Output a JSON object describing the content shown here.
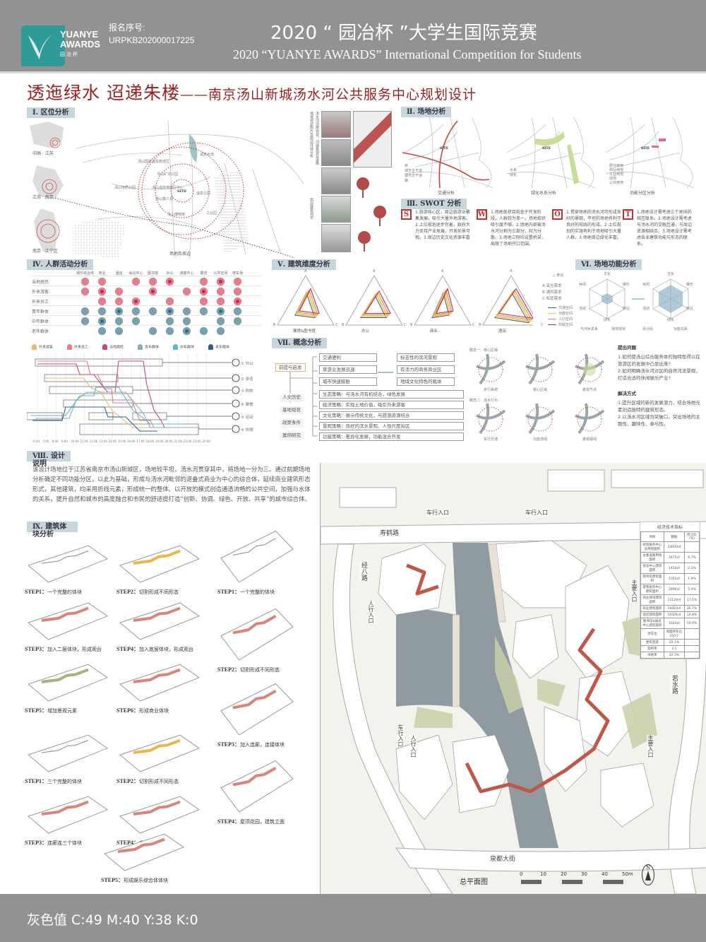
{
  "header": {
    "logo_line1": "YUANYE",
    "logo_line2": "AWARDS",
    "logo_cn": "园 冶 杯",
    "reg_label": "报名序号:",
    "reg_no": "URPKB202000017225",
    "title_cn": "2020 “ 园冶杯 ”大学生国际竞赛",
    "title_en": "2020 “YUANYE AWARDS” International Competition for  Students"
  },
  "main_title": {
    "main": "透迤绿水 迢递朱楼",
    "sub": "——南京汤山新城汤水河公共服务中心规划设计"
  },
  "colors": {
    "header_gray": "#929292",
    "title_red": "#9a1f1f",
    "section_bg": "#c7d6db",
    "teal": "#2f9a97",
    "route_red": "#c0584a",
    "green": "#c9cfa8",
    "river": "#8f9ba0"
  },
  "sections": {
    "s1": "Ⅰ. 区位分析",
    "s2": "Ⅱ. 场地分析",
    "s3": "Ⅲ. SWOT 分析",
    "s4": "Ⅳ. 人群活动分析",
    "s5": "Ⅴ. 建筑维度分析",
    "s6": "Ⅵ. 场地功能分析",
    "s7": "Ⅶ. 概念分析",
    "s8": "Ⅷ. 设计说明",
    "s9": "Ⅸ. 建筑体块分析"
  },
  "location": {
    "maps": [
      "中国 · 江苏",
      "江苏 · 南京",
      "南京 · 江宁区"
    ],
    "caption": "场地及周边",
    "site": "SITE",
    "pois": [
      "汤山国家温泉旅游区",
      "汤山矿坑公园",
      "汤山温泉度假区中心",
      "汤山猿人洞",
      "汤山地质公园",
      "汤山博物馆",
      "温泉水库",
      "工业园",
      "温泉公园"
    ]
  },
  "photo_column": {
    "vertical_texts": [
      "场地现状照片及周边环境分析",
      "汤水河沿岸现状，河道景观及道路",
      "周边建筑现状"
    ]
  },
  "site_analysis": {
    "captions": [
      "交通分析",
      "绿化水系分析",
      "功能分区分析"
    ],
    "legend_traffic": [
      "桥",
      "城市主干道",
      "城市次干道",
      "路"
    ],
    "legend_green": [
      "水系",
      "绿化"
    ],
    "legend_func": [
      "居住用地",
      "商业用地",
      "工业用地",
      "绿地",
      "公共用地"
    ]
  },
  "swot": [
    {
      "letter": "S",
      "text": "1.旅游核心区，周边旅游业聚集发展，吸引大量外地游客。2.上位规划逐步完善，政府大力支持产业发展，开发前景可观。3.周边历史文化资源丰富"
    },
    {
      "letter": "W",
      "text": "1.场地现状目前处于开发阶段，人群较为单一，场地现状吸引度不够。2.场地内部被汤水河分割为三部分，较为分散。3.场地三侧均设置桥梁，局限了场地开口范围。"
    },
    {
      "letter": "O",
      "text": "1.贯穿场地的汤水河可形成良好的景观，平坦的场地有利于良好的视线的形成。2.上位规划的实施有利于场地吸引大量人群。3.场地周边绿化丰富。"
    },
    {
      "letter": "T",
      "text": "1.场地设计需考虑三个地块的相互联系。2.场地设计需考虑与汤水河的交融互通，与周边资源相结合。3.场地设计需考虑各业建筑功能与形态的联系。"
    }
  ],
  "crowd_matrix": {
    "columns": [
      "城乐综合体",
      "商业",
      "酒店",
      "会议中心",
      "图书馆",
      "办公",
      "游客中心",
      "展览",
      "公共空间",
      "停车场"
    ],
    "rows": [
      {
        "label": "当地居民",
        "group": "red",
        "cols": [
          1,
          2,
          4,
          5,
          6,
          8,
          9,
          10
        ]
      },
      {
        "label": "外来游客",
        "group": "red",
        "cols": [
          1,
          2,
          3,
          5,
          7,
          8,
          9,
          10
        ]
      },
      {
        "label": "外来员工",
        "group": "red",
        "cols": [
          2,
          3,
          4,
          6,
          8,
          9,
          10
        ]
      },
      {
        "label": "青年群体",
        "group": "blue",
        "cols": [
          1,
          2,
          3,
          4,
          5,
          6,
          7,
          8,
          9,
          10
        ]
      },
      {
        "label": "中年群体",
        "group": "blue",
        "cols": [
          1,
          2,
          3,
          4,
          6,
          7,
          9,
          10
        ]
      },
      {
        "label": "老年群体",
        "group": "blue",
        "cols": [
          2,
          3,
          5,
          6,
          7,
          8,
          9
        ]
      }
    ],
    "legend": [
      {
        "label": "外来游客",
        "color": "#f3b36a"
      },
      {
        "label": "外来员工",
        "color": "#ee7c7c"
      },
      {
        "label": "当地居民",
        "color": "#c9496a"
      },
      {
        "label": "青年群体",
        "color": "#8faab3"
      },
      {
        "label": "中年群体",
        "color": "#5db5d3"
      },
      {
        "label": "老年群体",
        "color": "#2f5d8a"
      }
    ]
  },
  "timeline": {
    "times": [
      "6:00",
      "7:00",
      "8:00",
      "9:00",
      "10:00",
      "11:00",
      "12:00",
      "13:00",
      "14:00",
      "15:00",
      "16:00",
      "17:00",
      "18:00",
      "19:00",
      "20:00",
      "21:00",
      "22:00",
      "23:00",
      "24:00"
    ],
    "activities": [
      "① 办公",
      "② 游览",
      "③ 购物",
      "④ 聚餐",
      "⑤ 运动",
      "⑥ 休憩"
    ]
  },
  "dimension": {
    "charts": [
      "展馆&图书馆",
      "办公",
      "商业",
      "酒店"
    ],
    "vertex_labels": [
      "A",
      "B",
      "C"
    ],
    "key_label": "参比",
    "criteria": [
      "A  采光需求",
      "B  通风需求",
      "C  私密需求"
    ],
    "legend": [
      {
        "label": "交通空间",
        "color": "#2f5d9a"
      },
      {
        "label": "功能空间",
        "color": "#f2c84b"
      },
      {
        "label": "入口空间",
        "color": "#e38a5e"
      },
      {
        "label": "附属空间",
        "color": "#c9263c"
      }
    ]
  },
  "function": {
    "axes": [
      "文化",
      "娱乐",
      "商业",
      "绿化",
      "活动",
      "休闲"
    ],
    "captions": [
      "与河水关系",
      "场地现状",
      "设计后",
      "功能关系"
    ]
  },
  "concept": {
    "root": "前提与启发",
    "left": [
      "人文历史",
      "基地现状",
      "政策条件",
      "案例研究"
    ],
    "conditions": [
      "交通便利",
      "旅游业发展迅速",
      "城市快速膨胀"
    ],
    "goals": [
      "标志性的滨河景观",
      "有活力的商务商业区",
      "地域文化特色的载体"
    ],
    "strategies": [
      "生态策略：与汤水河有机结合，绿色发展",
      "经济策略：实现土地价值，吸引外来游客",
      "文化策略：展示传统文化，与旅游资源结合",
      "景观策略：良好的滨水景观、人性尺度街区",
      "功能策略：差异化发展，功能混合开发"
    ],
    "concept_titles": [
      "概念一：核心区域",
      "概念二：流水行为"
    ],
    "diagram_captions": [
      "步行系统",
      "核心区域",
      "景观节点",
      "车行交通",
      "功能流线",
      "景观视线"
    ],
    "problem_title": "提出问题",
    "problems": [
      "1.如何使汤山综合服务体的独特性得以在旅游区的发展中凸显出来?",
      "2.如何明确汤水河对区的自然河流景观，打造合适的休闲娱乐产业?"
    ],
    "solution_title": "解决方式",
    "solutions": [
      "1.提升区域的新的发展潜力，结合场地元素创造独特的建筑形态。",
      "2.以汤水河区域为突破口，突出场地的主题性、趣味性、参与性。"
    ]
  },
  "design_description": "该设计场地位于江苏省南京市汤山新城区，场地较平坦，汤水河贯穿其中，将场地一分为三。通过前期场地分析确定不同功能分区，以此为基础，形成与汤水河毗邻的退叠式商业为中心的综合体，延续商业建筑形态形式，其他建筑，均采用折线元素，形成统一的整体。以开放的模式创造通透流畅的公共空间，加强与水体的关系，提升自然和城市的高度融合和市民的舒适度打造“创新、协调、绿色、开放、共享”的城市综合体。",
  "massing_steps": [
    {
      "label": "STEP1：一个完整的体块"
    },
    {
      "label": "STEP2：切割形成不同形态"
    },
    {
      "label": "STEP3：加入二层体块，形成观台"
    },
    {
      "label": "STEP4：加入底层体块，形成观台"
    },
    {
      "label": "STEP5：增加景观元素"
    },
    {
      "label": "STEP6：形成商业体块"
    },
    {
      "label": "STEP1：三个完整的体块"
    },
    {
      "label": "STEP2：切割形成不同形态"
    },
    {
      "label": "STEP3：连廊连三个体块"
    },
    {
      "label": "STEP4：丰富体块立面"
    },
    {
      "label": "STEP1：一个完整的体块"
    },
    {
      "label": "STEP2：切割形成不同形态"
    },
    {
      "label": "STEP3：加入连廊，连接体块"
    },
    {
      "label": "STEP4：屋顶花园，建筑立面"
    },
    {
      "label": "STEP5：形成娱乐综合体体块"
    }
  ],
  "site_plan": {
    "roads": [
      "寿鹤路",
      "车行入口",
      "车行入口",
      "经八路",
      "人行入口",
      "主要入口",
      "若水路",
      "车行入口",
      "人行入口",
      "主要入口",
      "泉都大街"
    ],
    "title": "总平面图",
    "scale": [
      "0",
      "10",
      "20",
      "30",
      "40",
      "50m"
    ],
    "north": "N"
  },
  "econ_table": {
    "title": "经济技术指标",
    "headers": [
      "项目",
      "数据",
      "所占比(%)"
    ],
    "rows": [
      [
        "规划服务中心总用地面积",
        "33000㎡",
        ""
      ],
      [
        "主要道路用地面积",
        "3475㎡",
        "6.7%"
      ],
      [
        "会议中心建筑面积",
        "1410㎡",
        "2.2%"
      ],
      [
        "图书馆建筑面积",
        "1352㎡",
        "1.9%"
      ],
      [
        "游客服务中心建筑面积",
        "2896㎡",
        "5.0%"
      ],
      [
        "商业休闲建筑面积",
        "12120㎡",
        "17.1%"
      ],
      [
        "商业建筑面积",
        "19403㎡",
        "26.7%"
      ],
      [
        "酒店建筑面积",
        "10504㎡",
        "14.8%"
      ],
      [
        "图书馆&展览中心建筑面积",
        "3324㎡",
        "50.0%"
      ],
      [
        "停车位",
        "地面停车位 250个",
        ""
      ],
      [
        "建筑密度",
        "25.1%",
        ""
      ],
      [
        "容积率",
        "2.1",
        ""
      ],
      [
        "绿地率",
        "32.5%",
        ""
      ]
    ]
  },
  "footer": {
    "text": "灰色值  C:49 M:40 Y:38 K:0"
  }
}
